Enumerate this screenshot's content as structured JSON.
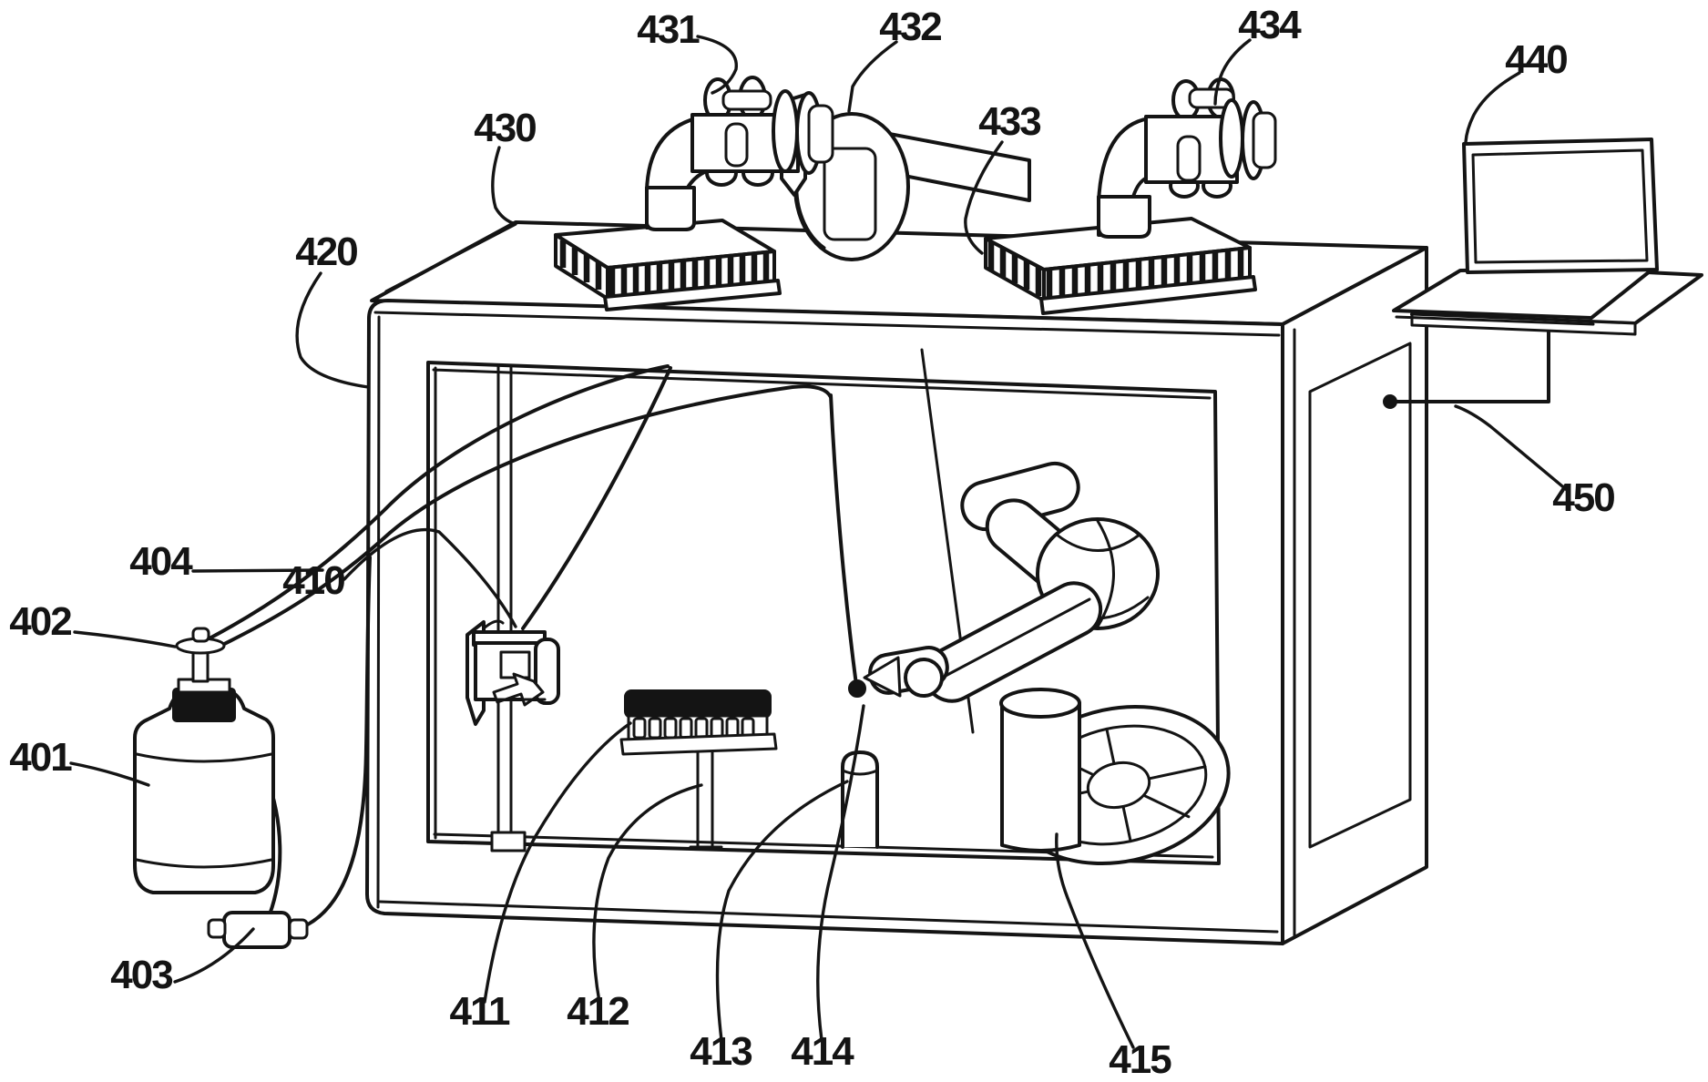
{
  "figure": {
    "kind": "patent-line-drawing",
    "title": "Automated robotic liquid-dispensing workstation diagram",
    "background_color": "#ffffff",
    "line_color": "#141414"
  },
  "labels": {
    "l401": "401",
    "l402": "402",
    "l403": "403",
    "l404": "404",
    "l410": "410",
    "l411": "411",
    "l412": "412",
    "l413": "413",
    "l414": "414",
    "l415": "415",
    "l420": "420",
    "l430": "430",
    "l431": "431",
    "l432": "432",
    "l433": "433",
    "l434": "434",
    "l440": "440",
    "l450": "450"
  },
  "parts": {
    "401": "reagent-bottle",
    "402": "bottle-cap-valve",
    "403": "pump-unit",
    "404": "tubing",
    "410": "dispenser-nozzle",
    "411": "microplate-on-stand",
    "412": "plate-stand-column",
    "413": "sample-cylinder",
    "414": "dispensing-tube-tip",
    "415": "robot-arm-base",
    "420": "enclosure-box",
    "430": "deck-plate-left",
    "431": "pipettor-head-left",
    "432": "rotary-disc-module",
    "433": "deck-plate-right",
    "434": "pipettor-head-right",
    "440": "laptop-computer",
    "450": "control-connection-point"
  }
}
